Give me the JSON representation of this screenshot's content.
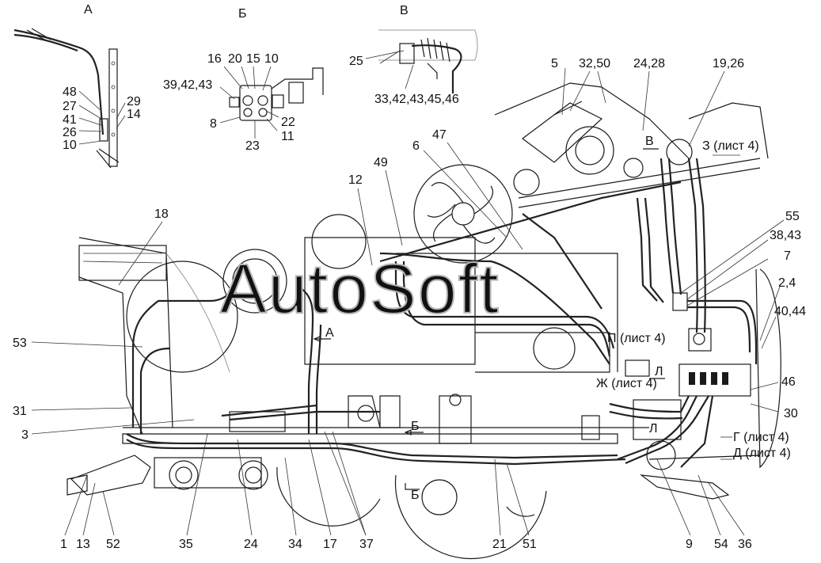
{
  "watermark": "AutoSoft",
  "views": {
    "A": "А",
    "B": "Б",
    "V": "В"
  },
  "section_arrows": {
    "A": "А",
    "B": "Б",
    "B2": "Б",
    "V": "В",
    "L": "Л"
  },
  "sheet_refs": {
    "Z": "З (лист 4)",
    "P": "П (лист 4)",
    "Zh": "Ж (лист 4)",
    "G": "Г (лист 4)",
    "D": "Д (лист 4)"
  },
  "callouts": [
    "48",
    "27",
    "41",
    "26",
    "10",
    "29",
    "14",
    "16",
    "20",
    "15",
    "10",
    "39,42,43",
    "8",
    "22",
    "11",
    "23",
    "25",
    "33,42,43,45,46",
    "5",
    "32,50",
    "24,28",
    "19,26",
    "47",
    "6",
    "49",
    "12",
    "18",
    "55",
    "38,43",
    "7",
    "2,4",
    "40,44",
    "53",
    "31",
    "3",
    "46",
    "30",
    "1",
    "13",
    "52",
    "35",
    "24",
    "34",
    "17",
    "37",
    "21",
    "51",
    "9",
    "54",
    "36"
  ]
}
